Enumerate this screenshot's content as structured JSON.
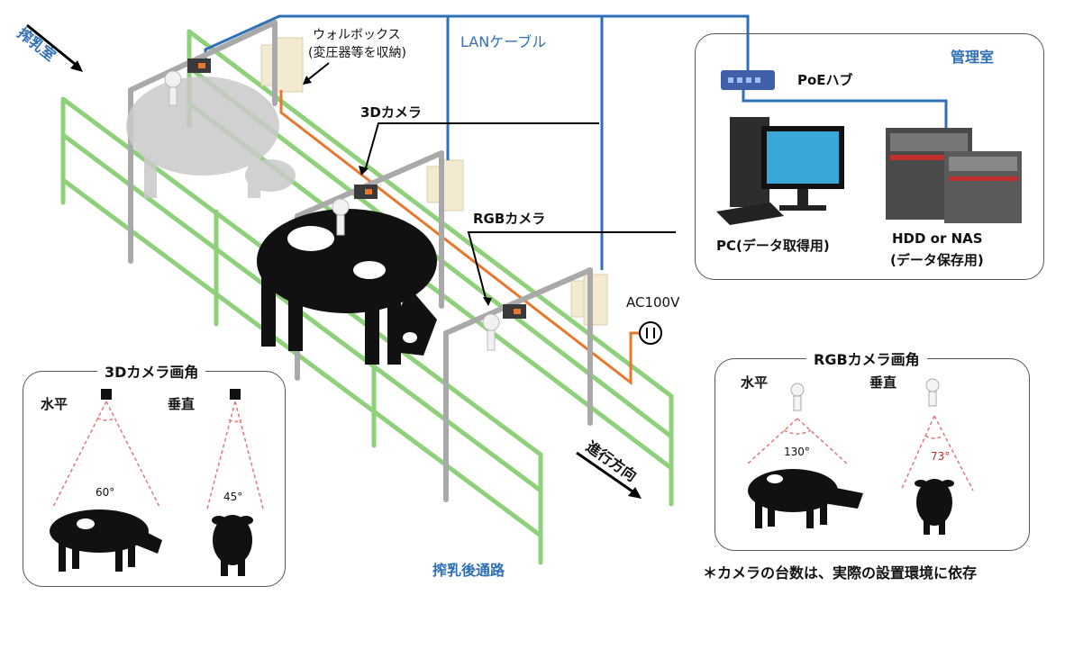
{
  "labels": {
    "milking_room": "搾乳室",
    "wall_box": "ウォルボックス",
    "wall_box_note": "(変圧器等を収納)",
    "lan_cable": "LANケーブル",
    "camera_3d": "3Dカメラ",
    "camera_rgb": "RGBカメラ",
    "ac_power": "AC100V",
    "direction": "進行方向",
    "passage": "搾乳後通路"
  },
  "control_room": {
    "title": "管理室",
    "hub": "PoEハブ",
    "pc": "PC(データ取得用)",
    "storage_line1": "HDD or NAS",
    "storage_line2": "(データ保存用)"
  },
  "fov_3d": {
    "title": "3Dカメラ画角",
    "horizontal": "水平",
    "vertical": "垂直",
    "h_angle": "60°",
    "v_angle": "45°"
  },
  "fov_rgb": {
    "title": "RGBカメラ画角",
    "horizontal": "水平",
    "vertical": "垂直",
    "h_angle": "130°",
    "v_angle": "73°"
  },
  "footnote": "＊カメラの台数は、実際の設置環境に依存",
  "colors": {
    "fence": "#8fd17a",
    "frame": "#a9a9a9",
    "lan": "#2e6fb8",
    "power": "#e8772e",
    "fov_line": "#e07a7a",
    "label_blue": "#2e6fb8"
  }
}
